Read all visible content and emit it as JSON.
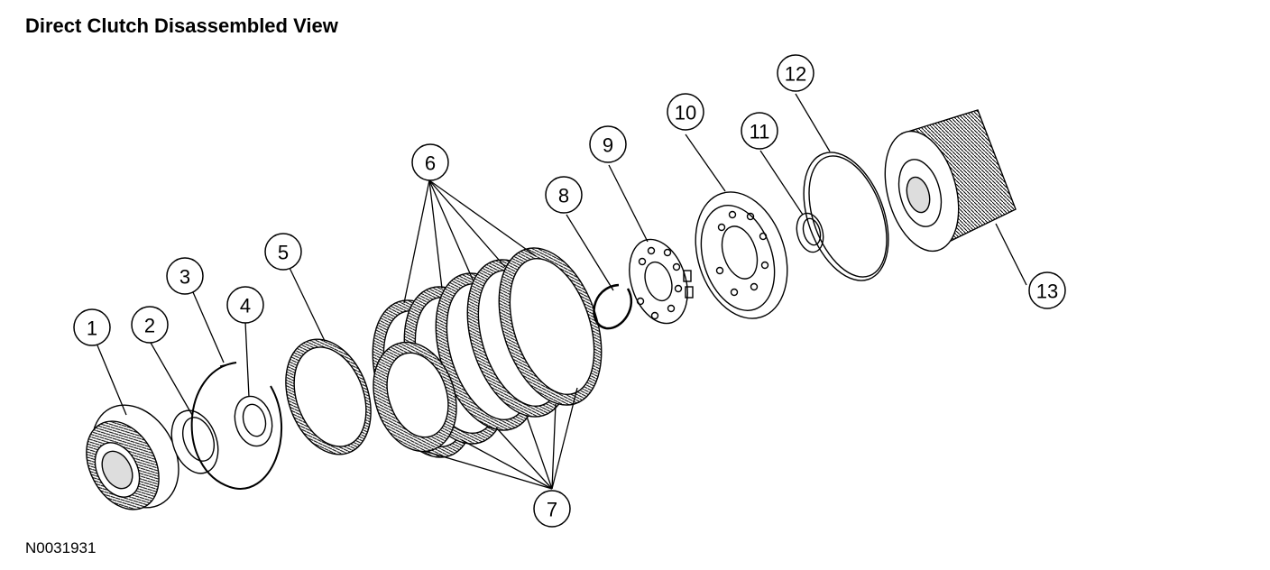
{
  "header": {
    "title": "Direct Clutch Disassembled View"
  },
  "footer": {
    "figure_id": "N0031931"
  },
  "callouts": [
    {
      "id": "1",
      "label": "1"
    },
    {
      "id": "2",
      "label": "2"
    },
    {
      "id": "3",
      "label": "3"
    },
    {
      "id": "4",
      "label": "4"
    },
    {
      "id": "5",
      "label": "5"
    },
    {
      "id": "6",
      "label": "6"
    },
    {
      "id": "7",
      "label": "7"
    },
    {
      "id": "8",
      "label": "8"
    },
    {
      "id": "9",
      "label": "9"
    },
    {
      "id": "10",
      "label": "10"
    },
    {
      "id": "11",
      "label": "11"
    },
    {
      "id": "12",
      "label": "12"
    },
    {
      "id": "13",
      "label": "13"
    }
  ]
}
